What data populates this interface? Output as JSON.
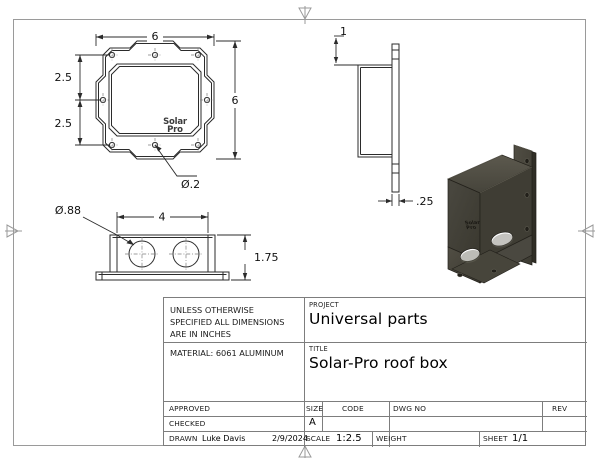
{
  "sheet": {
    "brand_logo_line1": "Solar",
    "brand_logo_line2": "Pro"
  },
  "views": {
    "top": {
      "name": "top-plate-view",
      "dim_width": "6",
      "dim_height": "6",
      "dim_hole_spacing_upper": "2.5",
      "dim_hole_spacing_lower": "2.5",
      "callout_hole_dia": "Ø.2"
    },
    "side": {
      "name": "side-profile-view",
      "dim_flange": "1",
      "dim_thickness": ".25"
    },
    "front": {
      "name": "front-section-view",
      "callout_bore_dia": "Ø.88",
      "dim_bore_spacing": "4",
      "dim_height": "1.75"
    },
    "iso": {
      "name": "isometric-render",
      "body_color": "#413f36"
    }
  },
  "title_block": {
    "notes": "UNLESS OTHERWISE\nSPECIFIED ALL DIMENSIONS\nARE IN INCHES",
    "material": "MATERIAL: 6061 ALUMINUM",
    "project_label": "PROJECT",
    "project_value": "Universal parts",
    "title_label": "TITLE",
    "title_value": "Solar-Pro roof box",
    "approved_label": "APPROVED",
    "approved_value": "",
    "checked_label": "CHECKED",
    "checked_value": "",
    "drawn_label": "DRAWN",
    "drawn_value": "Luke Davis",
    "drawn_date": "2/9/2024",
    "size_label": "SIZE",
    "size_value": "A",
    "code_label": "CODE",
    "code_value": "",
    "dwg_no_label": "DWG NO",
    "dwg_no_value": "",
    "rev_label": "REV",
    "rev_value": "",
    "scale_label": "SCALE",
    "scale_value": "1:2.5",
    "weight_label": "WEIGHT",
    "weight_value": "",
    "sheet_label": "SHEET",
    "sheet_value": "1/1"
  }
}
